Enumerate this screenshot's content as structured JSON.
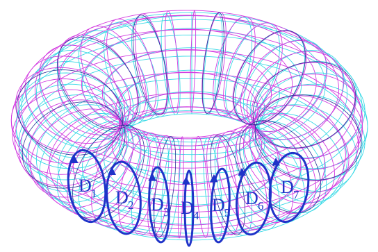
{
  "colors": {
    "background": "#ffffff",
    "wire_magenta": "#d23be0",
    "wire_cyan": "#39d9e6",
    "wire_navy": "#2a2f96",
    "disk": "#1f33c8"
  },
  "disks": [
    {
      "letter": "D",
      "sub": "1"
    },
    {
      "letter": "D",
      "sub": "2"
    },
    {
      "letter": "D",
      "sub": "3"
    },
    {
      "letter": "D",
      "sub": "4"
    },
    {
      "letter": "D",
      "sub": "5"
    },
    {
      "letter": "D",
      "sub": "6"
    },
    {
      "letter": "D",
      "sub": "7"
    }
  ]
}
